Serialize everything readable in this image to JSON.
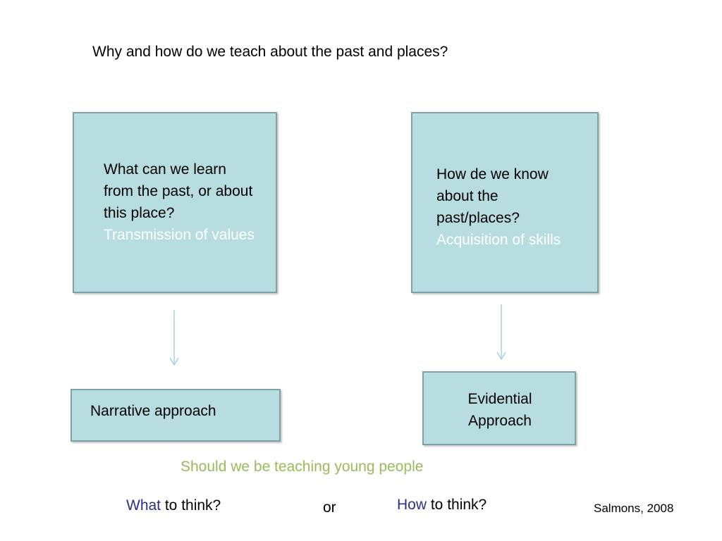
{
  "title": "Why and how do we teach about the past and places?",
  "left_box": {
    "question": "What can we learn from the past, or about this place?",
    "subtitle": "Transmission of values"
  },
  "right_box": {
    "question": "How de we know about the past/places?",
    "subtitle": "Acquisition of skills"
  },
  "left_result": "Narrative approach",
  "right_result": "Evidential Approach",
  "question_line": "Should we be teaching young people",
  "option_left": {
    "highlight": "What",
    "rest": " to think?"
  },
  "connector": "or",
  "option_right": {
    "highlight": "How",
    "rest": " to think?"
  },
  "citation": "Salmons, 2008",
  "colors": {
    "box_fill": "#b7dde1",
    "box_border": "#7aa2a8",
    "arrow": "#a6d3dc",
    "subtitle": "#ffffff",
    "question_line": "#9bbb59",
    "highlight": "#2e2e8a"
  }
}
